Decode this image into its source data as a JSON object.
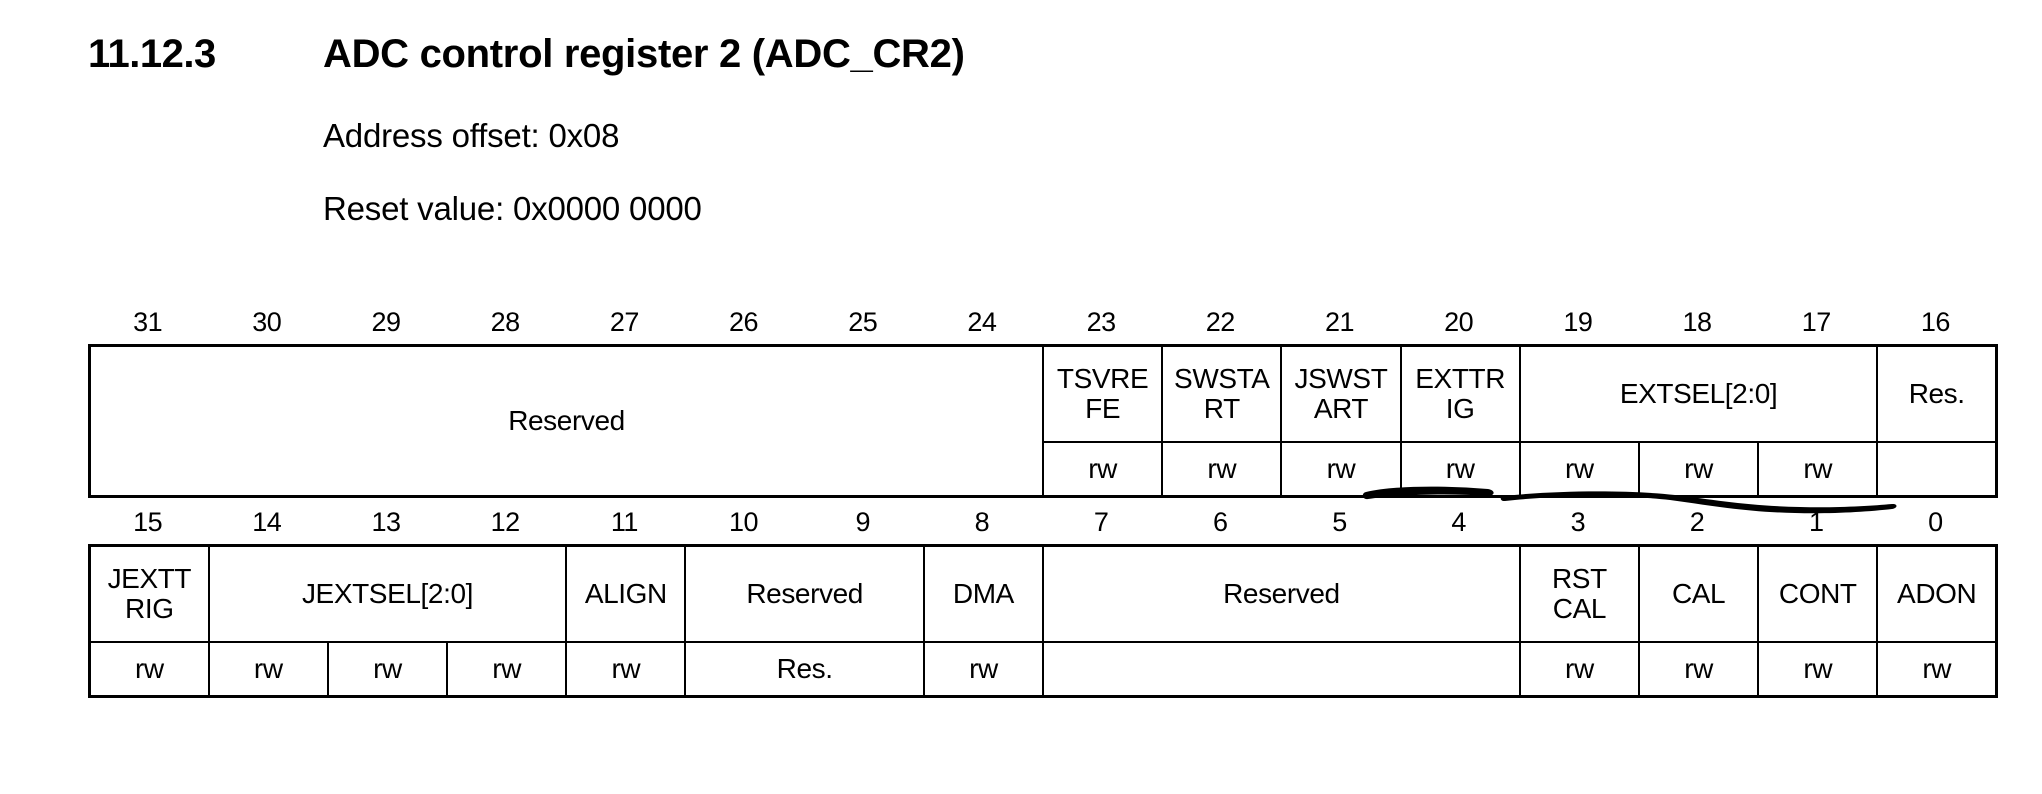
{
  "heading": {
    "number": "11.12.3",
    "title": "ADC control register 2 (ADC_CR2)"
  },
  "meta": {
    "address_offset": "Address offset: 0x08",
    "reset_value": "Reset value: 0x0000 0000"
  },
  "register": {
    "name": "ADC_CR2",
    "high_word": {
      "bit_numbers": [
        "31",
        "30",
        "29",
        "28",
        "27",
        "26",
        "25",
        "24",
        "23",
        "22",
        "21",
        "20",
        "19",
        "18",
        "17",
        "16"
      ],
      "fields": [
        {
          "label": "Reserved",
          "span": 8,
          "access": null,
          "access_span": 8
        },
        {
          "label": "TSVRE\nFE",
          "span": 1,
          "access": "rw"
        },
        {
          "label": "SWSTA\nRT",
          "span": 1,
          "access": "rw"
        },
        {
          "label": "JSWST\nART",
          "span": 1,
          "access": "rw"
        },
        {
          "label": "EXTTR\nIG",
          "span": 1,
          "access": "rw"
        },
        {
          "label": "EXTSEL[2:0]",
          "span": 3,
          "access": "rw rw rw"
        },
        {
          "label": "Res.",
          "span": 1,
          "access": ""
        }
      ],
      "field_cells": [
        {
          "label": "Reserved",
          "span": 8
        },
        {
          "label": "TSVRE FE",
          "line1": "TSVRE",
          "line2": "FE",
          "span": 1
        },
        {
          "label": "SWSTA RT",
          "line1": "SWSTA",
          "line2": "RT",
          "span": 1
        },
        {
          "label": "JSWST ART",
          "line1": "JSWST",
          "line2": "ART",
          "span": 1
        },
        {
          "label": "EXTTR IG",
          "line1": "EXTTR",
          "line2": "IG",
          "span": 1
        },
        {
          "label": "EXTSEL[2:0]",
          "line1": "EXTSEL[2:0]",
          "line2": "",
          "span": 3
        },
        {
          "label": "Res.",
          "line1": "Res.",
          "line2": "",
          "span": 1
        }
      ],
      "access_cells": [
        {
          "label": "",
          "span": 8,
          "kind": "merged-reserved"
        },
        {
          "label": "rw",
          "span": 1,
          "kind": "rw"
        },
        {
          "label": "rw",
          "span": 1,
          "kind": "rw"
        },
        {
          "label": "rw",
          "span": 1,
          "kind": "rw"
        },
        {
          "label": "rw",
          "span": 1,
          "kind": "rw"
        },
        {
          "label": "rw",
          "span": 1,
          "kind": "rw"
        },
        {
          "label": "rw",
          "span": 1,
          "kind": "rw"
        },
        {
          "label": "rw",
          "span": 1,
          "kind": "rw"
        },
        {
          "label": "",
          "span": 1,
          "kind": "empty"
        }
      ]
    },
    "low_word": {
      "bit_numbers": [
        "15",
        "14",
        "13",
        "12",
        "11",
        "10",
        "9",
        "8",
        "7",
        "6",
        "5",
        "4",
        "3",
        "2",
        "1",
        "0"
      ],
      "field_cells": [
        {
          "label": "JEXTT RIG",
          "line1": "JEXTT",
          "line2": "RIG",
          "span": 1
        },
        {
          "label": "JEXTSEL[2:0]",
          "line1": "JEXTSEL[2:0]",
          "line2": "",
          "span": 3
        },
        {
          "label": "ALIGN",
          "line1": "ALIGN",
          "line2": "",
          "span": 1
        },
        {
          "label": "Reserved",
          "line1": "Reserved",
          "line2": "",
          "span": 2
        },
        {
          "label": "DMA",
          "line1": "DMA",
          "line2": "",
          "span": 1
        },
        {
          "label": "Reserved",
          "line1": "Reserved",
          "line2": "",
          "span": 4
        },
        {
          "label": "RST CAL",
          "line1": "RST",
          "line2": "CAL",
          "span": 1
        },
        {
          "label": "CAL",
          "line1": "CAL",
          "line2": "",
          "span": 1
        },
        {
          "label": "CONT",
          "line1": "CONT",
          "line2": "",
          "span": 1
        },
        {
          "label": "ADON",
          "line1": "ADON",
          "line2": "",
          "span": 1
        }
      ],
      "access_cells": [
        {
          "label": "rw",
          "span": 1,
          "kind": "rw"
        },
        {
          "label": "rw",
          "span": 1,
          "kind": "rw"
        },
        {
          "label": "rw",
          "span": 1,
          "kind": "rw"
        },
        {
          "label": "rw",
          "span": 1,
          "kind": "rw"
        },
        {
          "label": "rw",
          "span": 1,
          "kind": "rw"
        },
        {
          "label": "Res.",
          "span": 2,
          "kind": "res"
        },
        {
          "label": "rw",
          "span": 1,
          "kind": "rw"
        },
        {
          "label": "",
          "span": 4,
          "kind": "empty"
        },
        {
          "label": "rw",
          "span": 1,
          "kind": "rw"
        },
        {
          "label": "rw",
          "span": 1,
          "kind": "rw"
        },
        {
          "label": "rw",
          "span": 1,
          "kind": "rw"
        },
        {
          "label": "rw",
          "span": 1,
          "kind": "rw"
        }
      ]
    }
  },
  "annotations": {
    "ink_color": "#000000",
    "strokes": [
      {
        "name": "underline-bit-20",
        "description": "thick hand-drawn underline beneath bit 20 access cell"
      },
      {
        "name": "underline-bits-19-17",
        "description": "thick hand-drawn underline beneath bits 19 to 17 access cells, sloping downward"
      }
    ]
  }
}
